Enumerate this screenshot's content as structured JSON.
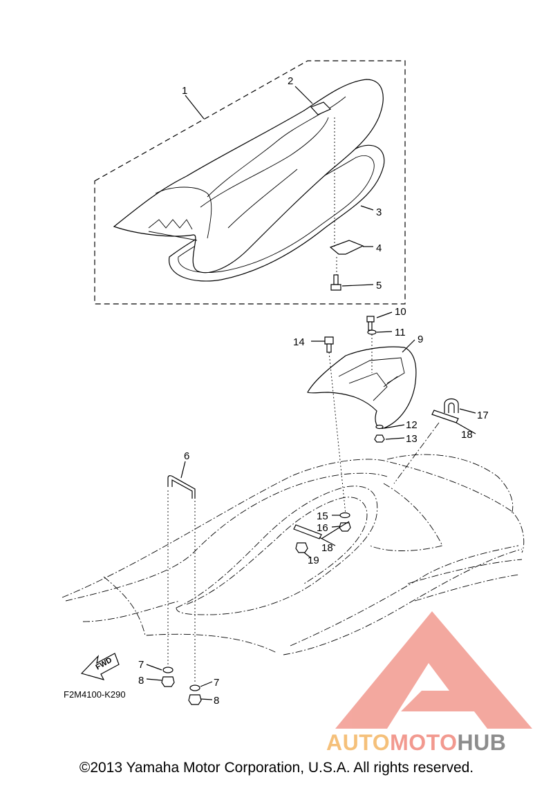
{
  "diagram_code": "F2M4100-K290",
  "fwd_label": "FWD",
  "copyright": "©2013 Yamaha Motor Corporation, U.S.A. All rights reserved.",
  "watermark": {
    "part1": "AUTO",
    "part2": "MOTO",
    "part3": "HUB"
  },
  "callouts": {
    "c1": "1",
    "c2": "2",
    "c3": "3",
    "c4": "4",
    "c5": "5",
    "c6": "6",
    "c7a": "7",
    "c7b": "7",
    "c8a": "8",
    "c8b": "8",
    "c9": "9",
    "c10": "10",
    "c11": "11",
    "c12": "12",
    "c13": "13",
    "c14": "14",
    "c15": "15",
    "c16": "16",
    "c17": "17",
    "c18a": "18",
    "c18b": "18",
    "c19": "19"
  },
  "colors": {
    "watermark_red": "#f2998f",
    "watermark_orange": "#f5c07a",
    "watermark_gray": "#8c8c8c",
    "line": "#000000"
  }
}
